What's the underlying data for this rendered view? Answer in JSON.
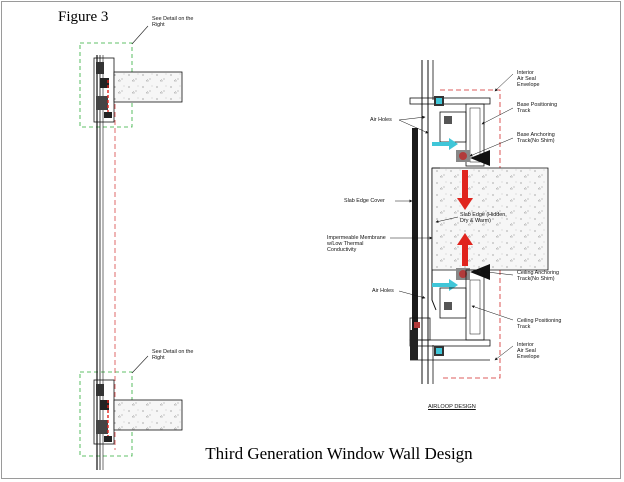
{
  "figure_label": "Figure 3",
  "caption": "Third Generation Window Wall Design",
  "left_callouts": {
    "top": "See Detail on the\nRight",
    "bottom": "See Detail on the\nRight"
  },
  "right_labels": {
    "interior_seal_top": "Interior\nAir Seal\nEnvelope",
    "air_holes_top": "Air Holes",
    "base_positioning": "Base Positioning\nTrack",
    "base_anchoring": "Base Anchoring\nTrack(No Shim)",
    "slab_edge_cover": "Slab Edge Cover",
    "slab_edge": "Slab Edge (Hidden,\nDry & Warm)",
    "membrane": "Impermeable Membrane\nw/Low Thermal\nConductivity",
    "ceiling_anchoring": "Ceiling Anchoring\nTrack(No Shim)",
    "air_holes_bottom": "Air Holes",
    "ceiling_positioning": "Ceiling Positioning\nTrack",
    "interior_seal_bottom": "Interior\nAir Seal\nEnvelope"
  },
  "detail_title": "AIRLOOP DESIGN",
  "colors": {
    "line": "#1a1a1a",
    "dash_green": "#2fae3a",
    "dash_red": "#d22a2a",
    "arrow_red": "#e0241d",
    "arrow_cyan": "#3fc6d8",
    "concrete": "#f4f4f4"
  }
}
